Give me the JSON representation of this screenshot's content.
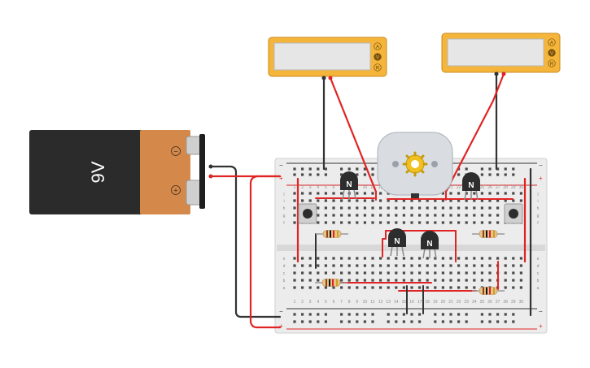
{
  "canvas": {
    "background": "#ffffff"
  },
  "battery": {
    "label": "9V",
    "negative_symbol": "−",
    "positive_symbol": "+",
    "colors": {
      "body": "#2b2b2b",
      "wrap": "#d4894a",
      "terminal": "#cfcfcf",
      "snap": "#1e1e1e"
    }
  },
  "multimeters": [
    {
      "name": "multimeter-left",
      "modes": [
        "A",
        "V",
        "R"
      ],
      "active_mode": "V",
      "display_value": ""
    },
    {
      "name": "multimeter-right",
      "modes": [
        "A",
        "V",
        "R"
      ],
      "active_mode": "V",
      "display_value": ""
    }
  ],
  "motor": {
    "name": "dc-motor",
    "icon": "sun-gear-icon"
  },
  "transistors": [
    {
      "id": "q1",
      "label": "N"
    },
    {
      "id": "q2",
      "label": "N"
    },
    {
      "id": "q3",
      "label": "N"
    },
    {
      "id": "q4",
      "label": "N"
    }
  ],
  "pushbuttons": [
    {
      "id": "sw1"
    },
    {
      "id": "sw2"
    }
  ],
  "resistors": [
    {
      "id": "r1"
    },
    {
      "id": "r2"
    },
    {
      "id": "r3"
    },
    {
      "id": "r4"
    }
  ],
  "breadboard": {
    "rail_minus": "−",
    "rail_plus": "+",
    "row_letters_top": [
      "j",
      "i",
      "h",
      "g",
      "f"
    ],
    "row_letters_bottom": [
      "e",
      "d",
      "c",
      "b",
      "a"
    ],
    "column_numbers": [
      "1",
      "2",
      "3",
      "4",
      "5",
      "6",
      "7",
      "8",
      "9",
      "10",
      "11",
      "12",
      "13",
      "14",
      "15",
      "16",
      "17",
      "18",
      "19",
      "20",
      "21",
      "22",
      "23",
      "24",
      "25",
      "26",
      "27",
      "28",
      "29",
      "30"
    ]
  },
  "colors": {
    "wire_red": "#e02424",
    "wire_black": "#333333",
    "meter_yellow": "#f5b53a",
    "board": "#ececec"
  }
}
